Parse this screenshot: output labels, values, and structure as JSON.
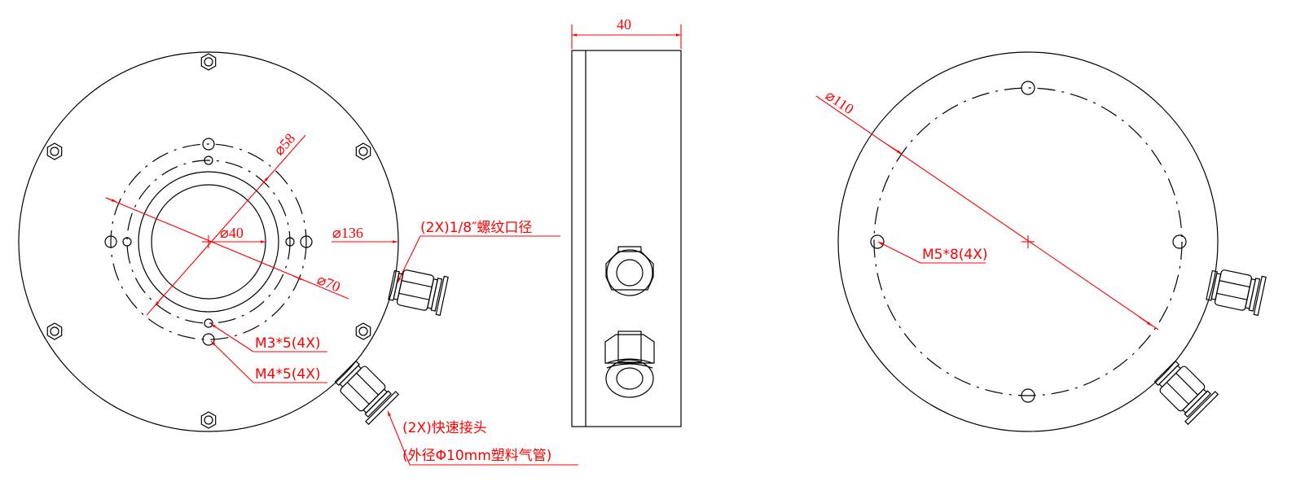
{
  "colors": {
    "line": "#000000",
    "dimension": "#ff0000",
    "background": "#ffffff"
  },
  "front_view": {
    "dim_outer": "⌀136",
    "dim_bore": "⌀40",
    "dim_58": "⌀58",
    "dim_70": "⌀70",
    "label_thread": "(2X)1/8″螺纹口径",
    "label_m3": "M3*5(4X)",
    "label_m4": "M4*5(4X)",
    "label_fitting_line1": "(2X)快速接头",
    "label_fitting_line2": "(外径Φ10mm塑料气管)"
  },
  "side_view": {
    "dim_width": "40"
  },
  "rear_view": {
    "dim_pcd": "⌀110",
    "label_m5": "M5*8(4X)"
  }
}
